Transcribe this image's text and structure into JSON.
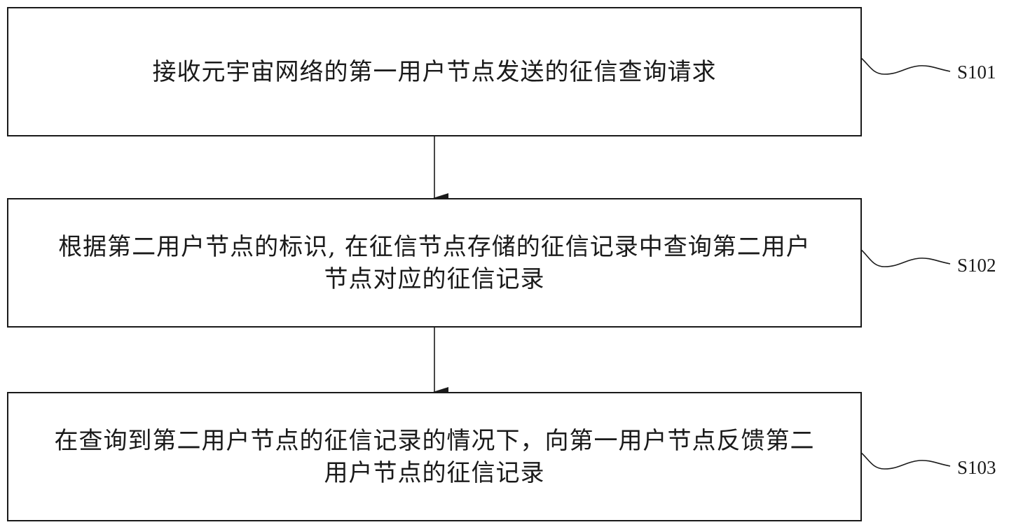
{
  "steps": [
    {
      "id": "S101",
      "text": "接收元宇宙网络的第一用户节点发送的征信查询请求"
    },
    {
      "id": "S102",
      "line1": "根据第二用户节点的标识, 在征信节点存储的征信记录中查询第二用户",
      "line2": "节点对应的征信记录"
    },
    {
      "id": "S103",
      "line1": "在查询到第二用户节点的征信记录的情况下，向第一用户节点反馈第二",
      "line2": "用户节点的征信记录"
    }
  ]
}
